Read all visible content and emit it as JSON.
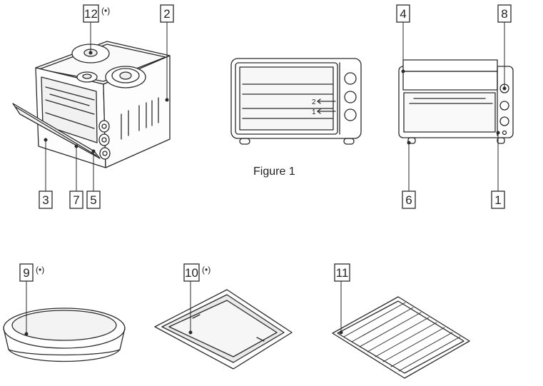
{
  "figure": {
    "caption": "Figure 1",
    "optional_marker": "(•)",
    "rail_markers": [
      "2",
      "1"
    ]
  },
  "callouts": [
    {
      "id": "c12",
      "number": "12",
      "optional": true
    },
    {
      "id": "c2",
      "number": "2",
      "optional": false
    },
    {
      "id": "c4",
      "number": "4",
      "optional": false
    },
    {
      "id": "c8",
      "number": "8",
      "optional": false
    },
    {
      "id": "c3",
      "number": "3",
      "optional": false
    },
    {
      "id": "c7",
      "number": "7",
      "optional": false
    },
    {
      "id": "c5",
      "number": "5",
      "optional": false
    },
    {
      "id": "c6",
      "number": "6",
      "optional": false
    },
    {
      "id": "c1",
      "number": "1",
      "optional": false
    },
    {
      "id": "c9",
      "number": "9",
      "optional": true
    },
    {
      "id": "c10",
      "number": "10",
      "optional": true
    },
    {
      "id": "c11",
      "number": "11",
      "optional": false
    }
  ]
}
